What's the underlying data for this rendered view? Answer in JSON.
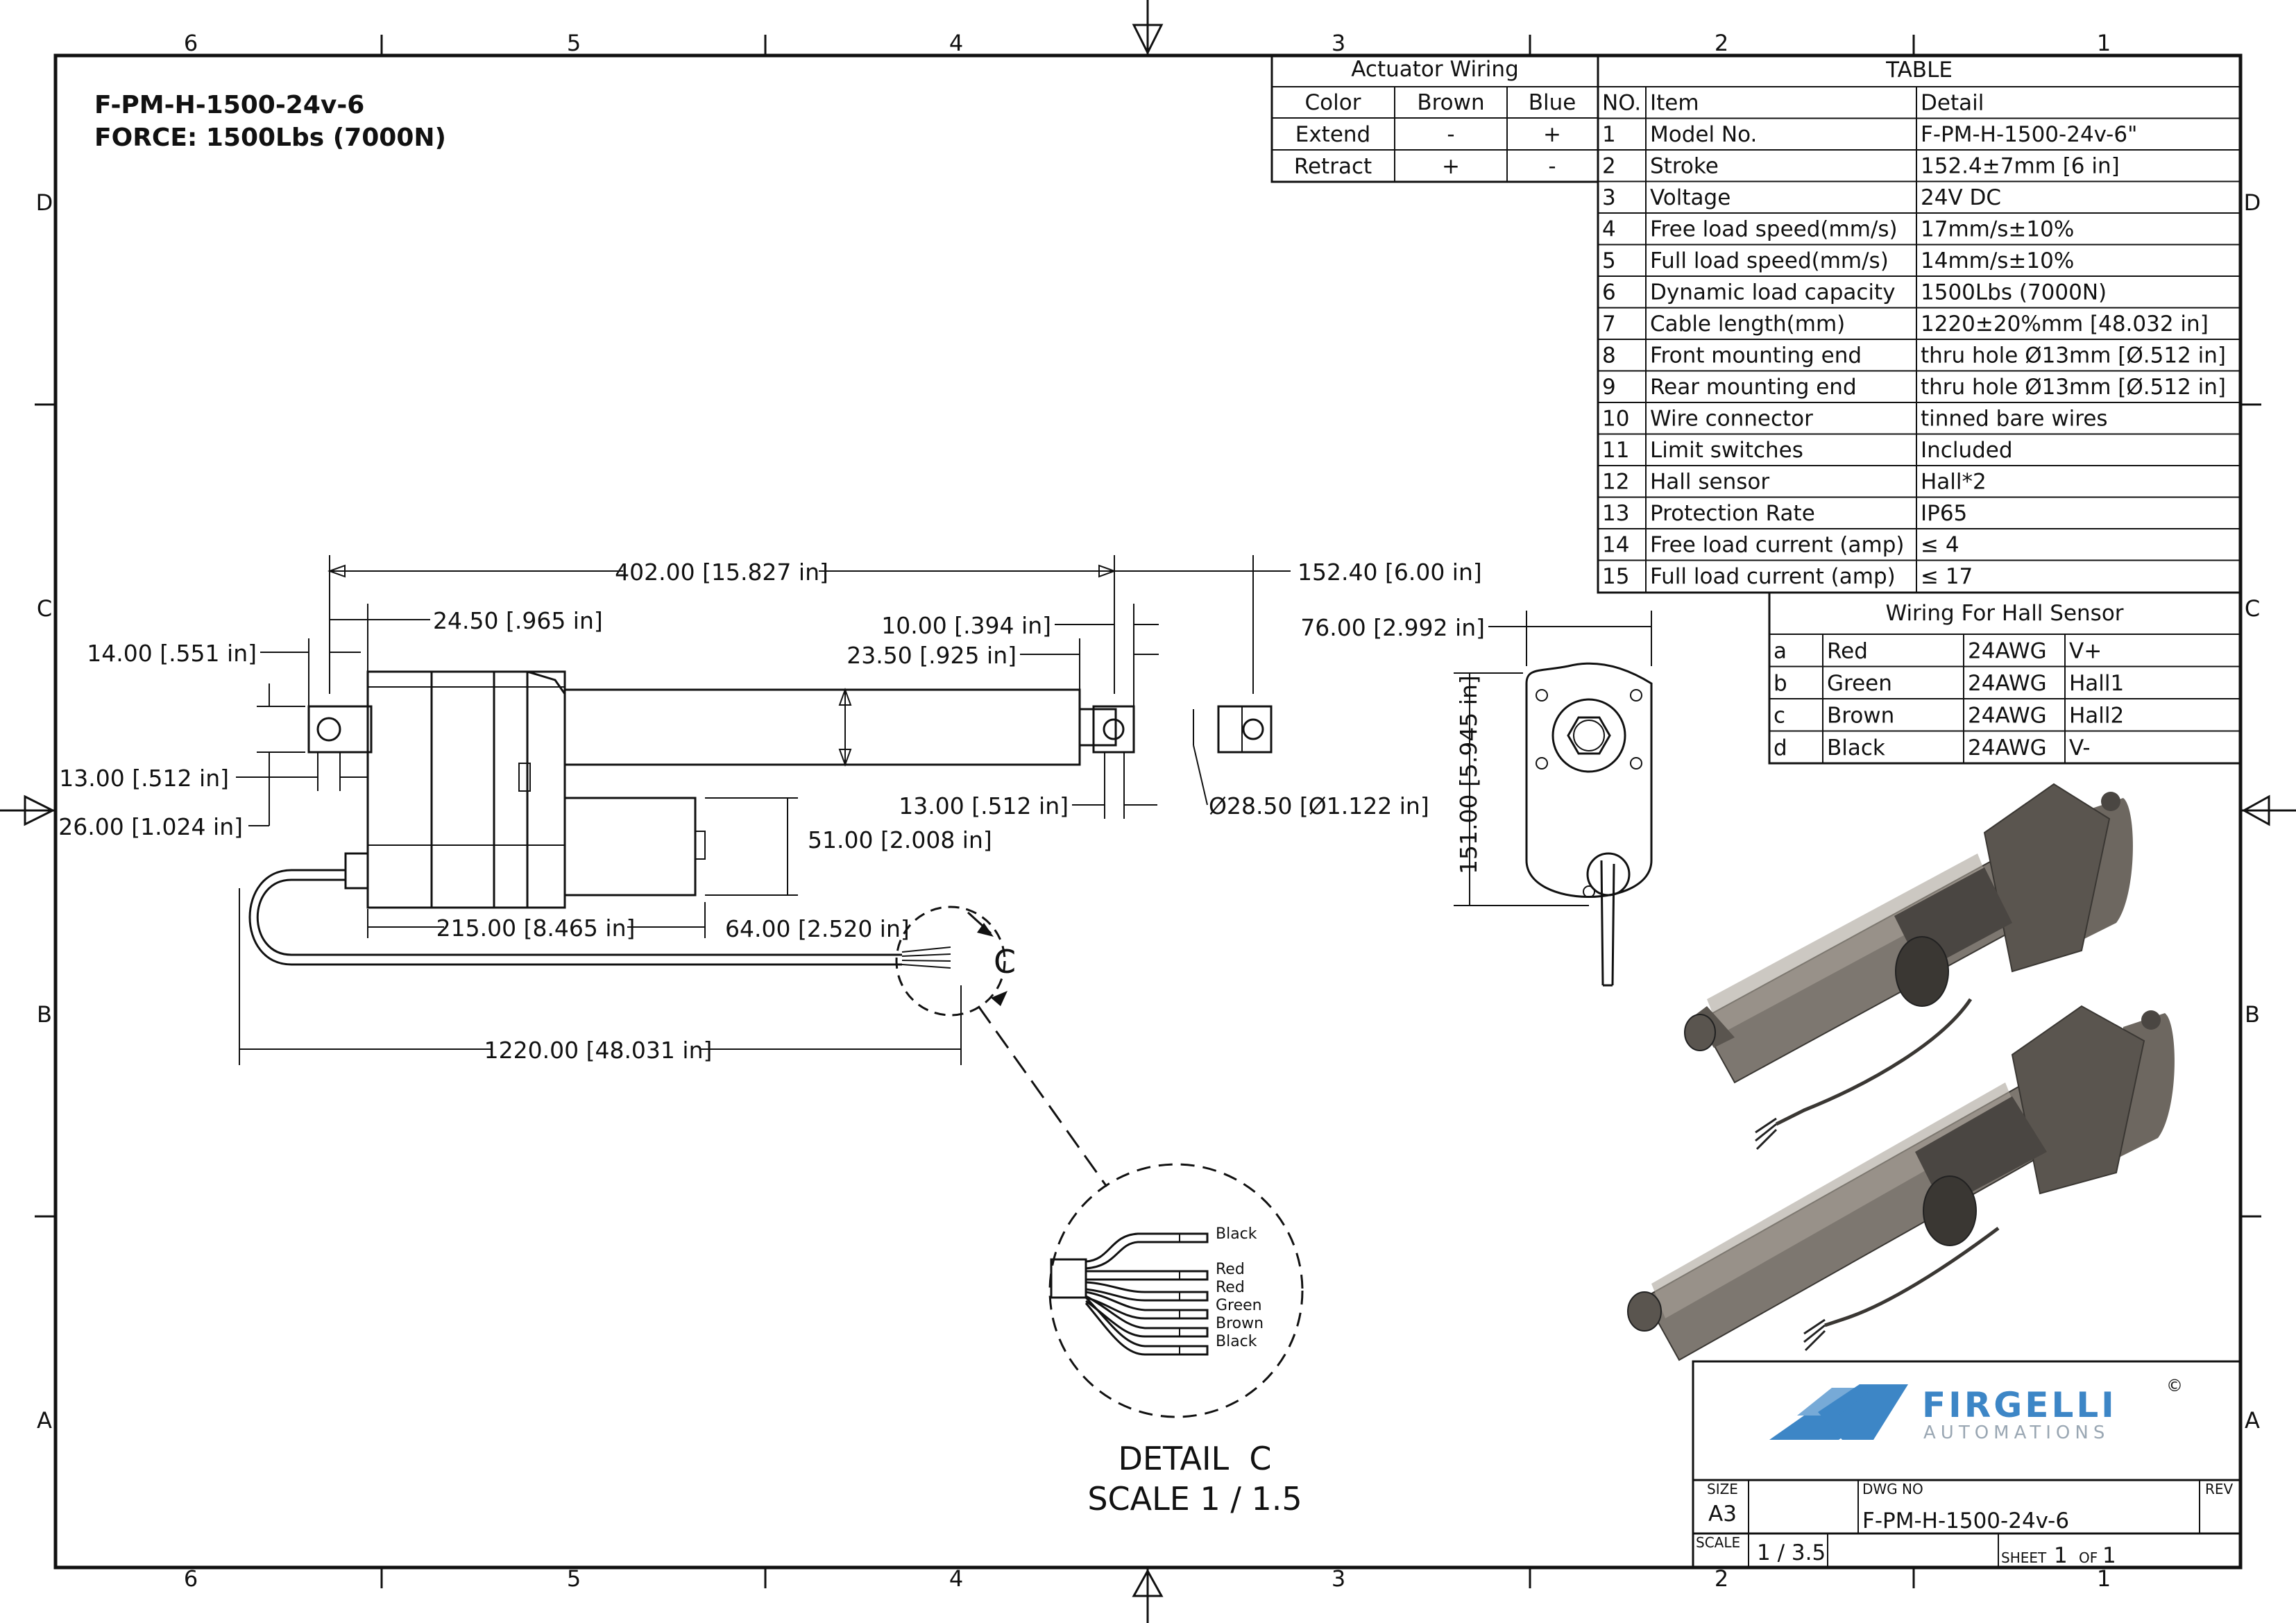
{
  "header": {
    "model_line": "F-PM-H-1500-24v-6",
    "force_line": "FORCE: 1500Lbs (7000N)"
  },
  "zones": {
    "columns": [
      "6",
      "5",
      "4",
      "3",
      "2",
      "1"
    ],
    "rows": [
      "D",
      "C",
      "B",
      "A"
    ]
  },
  "actuator_wiring": {
    "title": "Actuator Wiring",
    "headers": [
      "Color",
      "Brown",
      "Blue"
    ],
    "rows": [
      [
        "Extend",
        "-",
        "+"
      ],
      [
        "Retract",
        "+",
        "-"
      ]
    ]
  },
  "spec_table": {
    "title": "TABLE",
    "headers": [
      "NO.",
      "Item",
      "Detail"
    ],
    "rows": [
      [
        "1",
        "Model No.",
        "F-PM-H-1500-24v-6\""
      ],
      [
        "2",
        "Stroke",
        "152.4±7mm [6 in]"
      ],
      [
        "3",
        "Voltage",
        "24V DC"
      ],
      [
        "4",
        "Free load speed(mm/s)",
        "17mm/s±10%"
      ],
      [
        "5",
        "Full load speed(mm/s)",
        "14mm/s±10%"
      ],
      [
        "6",
        "Dynamic load capacity",
        "1500Lbs (7000N)"
      ],
      [
        "7",
        "Cable length(mm)",
        "1220±20%mm [48.032 in]"
      ],
      [
        "8",
        "Front mounting end",
        "thru hole Ø13mm [Ø.512 in]"
      ],
      [
        "9",
        "Rear mounting end",
        "thru hole Ø13mm [Ø.512 in]"
      ],
      [
        "10",
        "Wire connector",
        "tinned bare wires"
      ],
      [
        "11",
        "Limit switches",
        "Included"
      ],
      [
        "12",
        "Hall sensor",
        "Hall*2"
      ],
      [
        "13",
        "Protection Rate",
        "IP65"
      ],
      [
        "14",
        "Free load current (amp)",
        "≤ 4"
      ],
      [
        "15",
        "Full load current (amp)",
        "≤ 17"
      ]
    ]
  },
  "hall_wiring": {
    "title": "Wiring For Hall Sensor",
    "rows": [
      [
        "a",
        "Red",
        "24AWG",
        "V+"
      ],
      [
        "b",
        "Green",
        "24AWG",
        "Hall1"
      ],
      [
        "c",
        "Brown",
        "24AWG",
        "Hall2"
      ],
      [
        "d",
        "Black",
        "24AWG",
        "V-"
      ]
    ]
  },
  "dimensions": {
    "overall_length": "402.00 [15.827 in]",
    "stroke": "152.40 [6.00 in]",
    "rear_offset": "24.50 [.965 in]",
    "rear_clevis": "14.00 [.551 in]",
    "rear_hole": "13.00 [.512 in]",
    "rear_height": "26.00 [1.024 in]",
    "front_tip": "10.00 [.394 in]",
    "front_clevis": "23.50 [.925 in]",
    "front_hole": "13.00 [.512 in]",
    "rod_diameter": "Ø28.50 [Ø1.122 in]",
    "body_height": "51.00 [2.008 in]",
    "motor_length": "215.00 [8.465 in]",
    "motor_diameter": "64.00 [2.520 in]",
    "cable_length": "1220.00 [48.031 in]",
    "end_width": "76.00 [2.992 in]",
    "end_height": "151.00 [5.945 in]"
  },
  "detail": {
    "marker": "C",
    "title": "DETAIL  C",
    "scale": "SCALE 1 / 1.5",
    "wires": [
      "Black",
      "Red",
      "Red",
      "Green",
      "Brown",
      "Black"
    ]
  },
  "title_block": {
    "logo_name": "FIRGELLI",
    "logo_sub": "AUTOMATIONS",
    "copyright": "©",
    "size_label": "SIZE",
    "size_value": "A3",
    "dwg_label": "DWG NO",
    "dwg_value": "F-PM-H-1500-24v-6",
    "rev_label": "REV",
    "scale_label": "SCALE",
    "scale_value": "1 / 3.5",
    "sheet_label": "SHEET",
    "sheet_value": "1",
    "of_label": "OF",
    "of_value": "1"
  },
  "colors": {
    "line": "#111111",
    "logo_blue": "#3d86c6",
    "logo_gray": "#9aa7b3",
    "render_dark": "#4a4642",
    "render_mid": "#7d7770",
    "render_light": "#aaa39a"
  }
}
